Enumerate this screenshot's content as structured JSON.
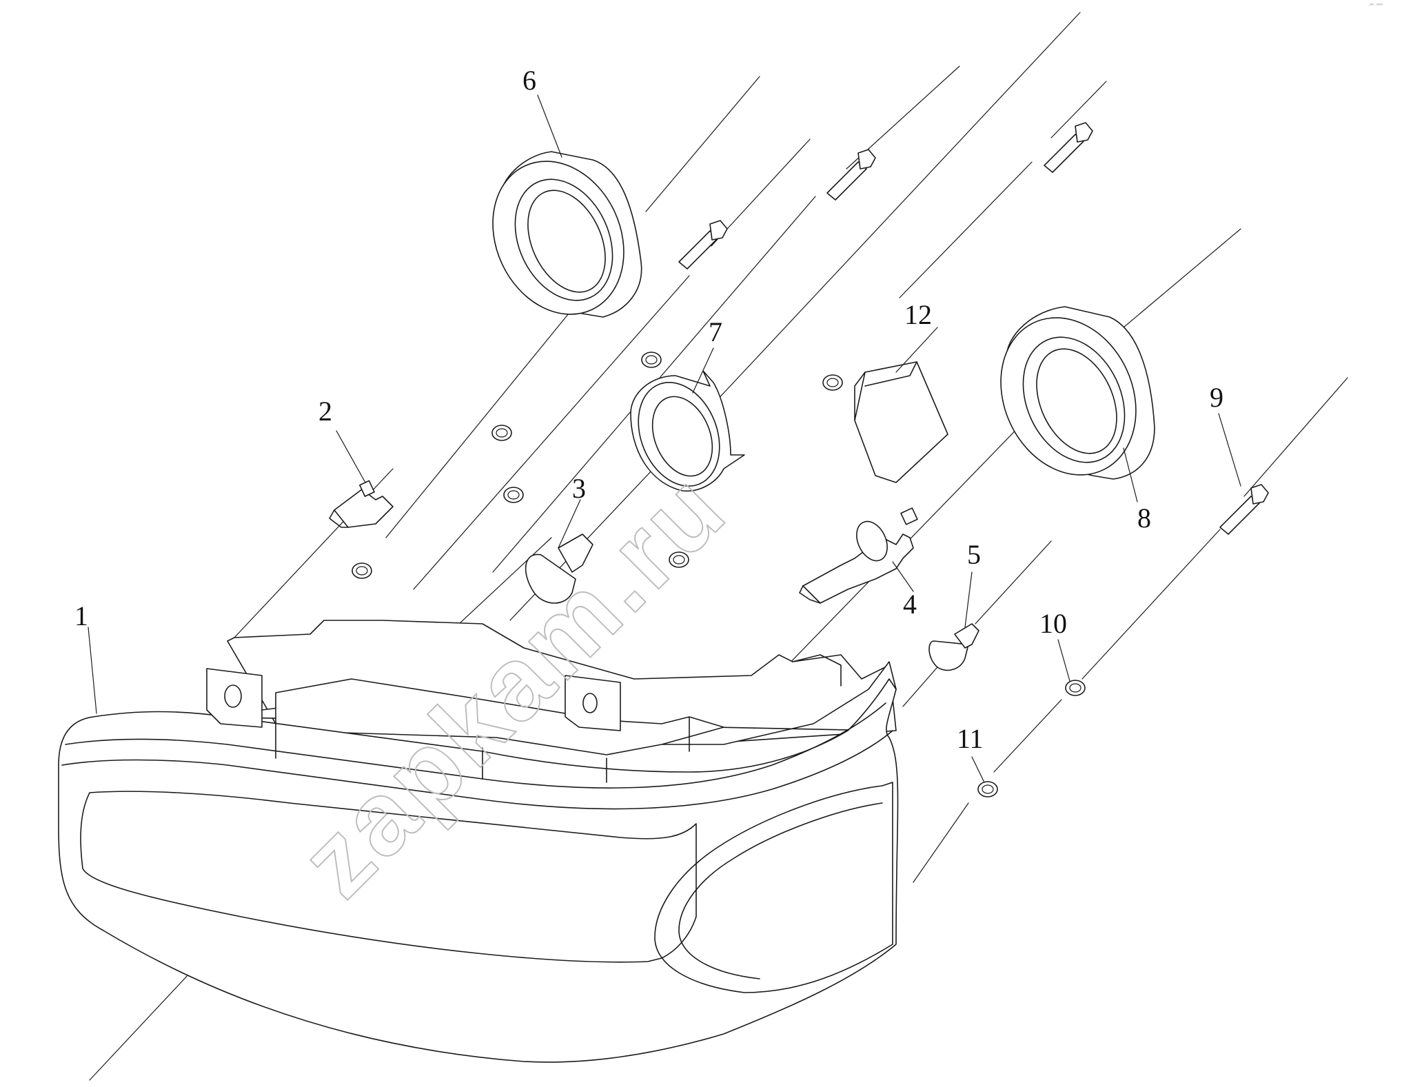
{
  "watermark": "zapkam.ru",
  "corner_mark": "·⁰⁰ ·⁰⁰⁰",
  "callouts": [
    {
      "id": "1",
      "label": "1"
    },
    {
      "id": "2",
      "label": "2"
    },
    {
      "id": "3",
      "label": "3"
    },
    {
      "id": "4",
      "label": "4"
    },
    {
      "id": "5",
      "label": "5"
    },
    {
      "id": "6",
      "label": "6"
    },
    {
      "id": "7",
      "label": "7"
    },
    {
      "id": "8",
      "label": "8"
    },
    {
      "id": "9",
      "label": "9"
    },
    {
      "id": "10",
      "label": "10"
    },
    {
      "id": "11",
      "label": "11"
    },
    {
      "id": "12",
      "label": "12"
    }
  ]
}
